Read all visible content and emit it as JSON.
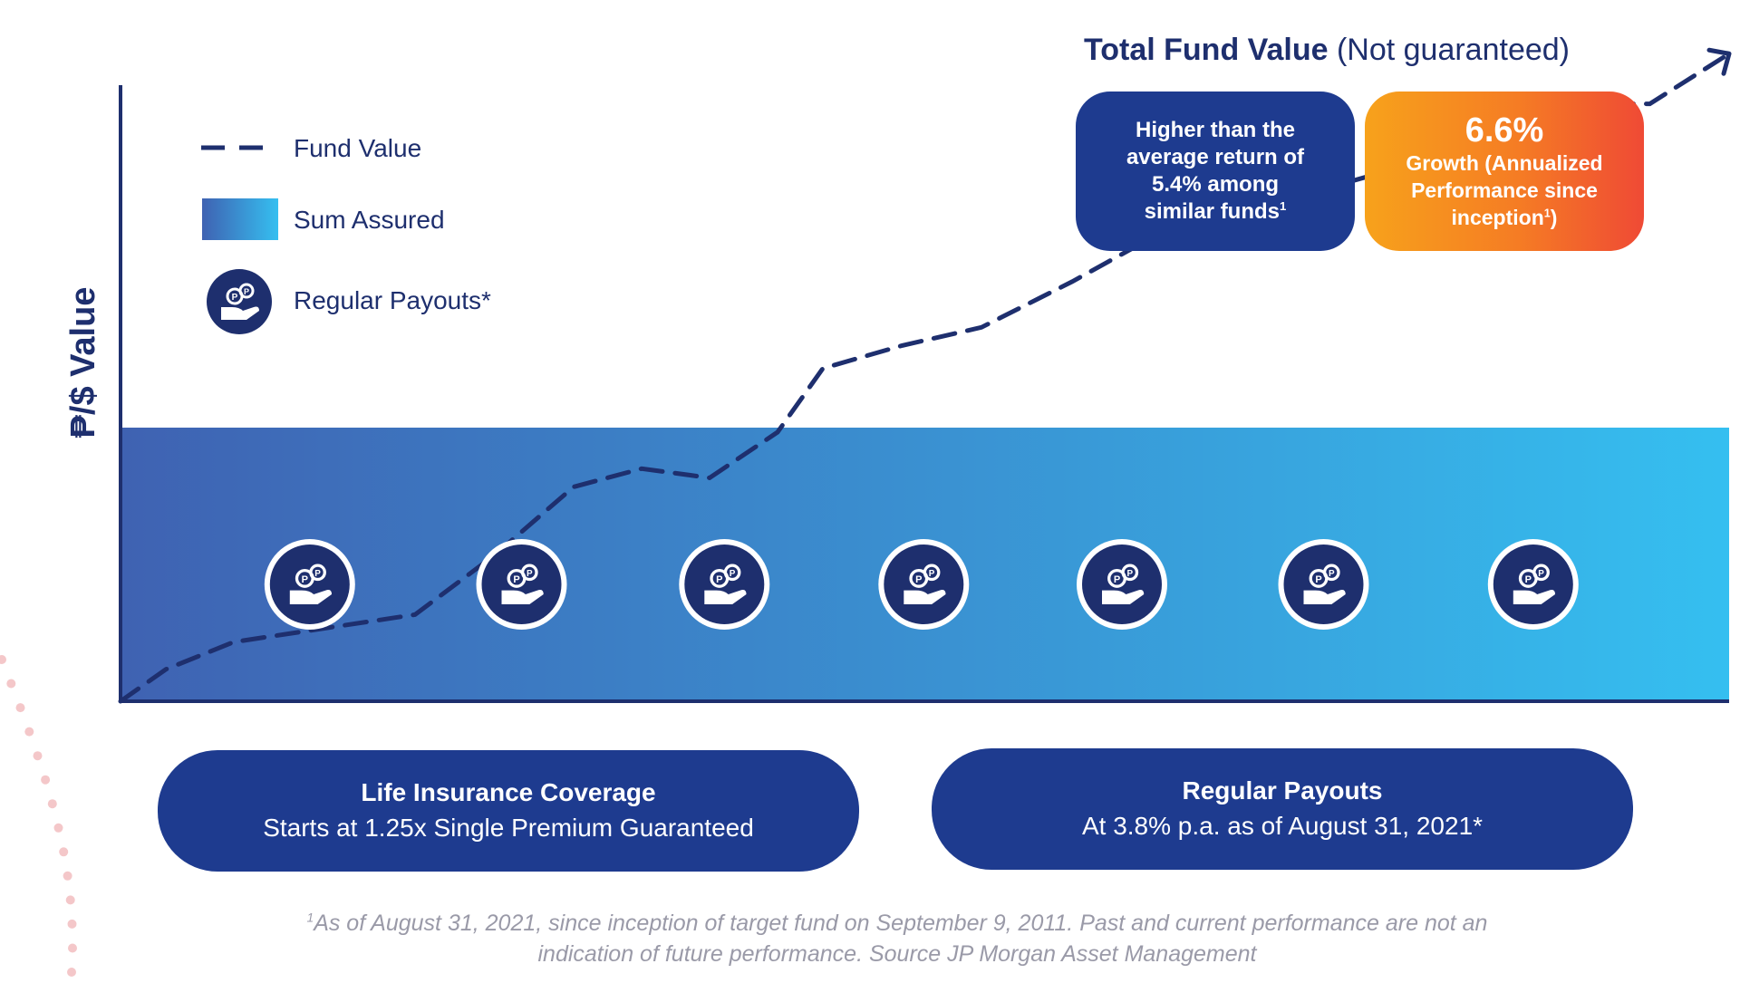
{
  "chart_data": {
    "type": "area",
    "ylabel": "₱/$ Value",
    "legend": {
      "placement": "top-left",
      "items": [
        {
          "label": "Fund Value",
          "style": "dashed-line"
        },
        {
          "label": "Sum Assured",
          "style": "gradient-fill"
        },
        {
          "label": "Regular Payouts*",
          "style": "payout-icon"
        }
      ]
    },
    "sum_assured": {
      "level": 0.6
    },
    "fund_value_series": [
      [
        0,
        0
      ],
      [
        0.04,
        0.07
      ],
      [
        0.1,
        0.13
      ],
      [
        0.18,
        0.16
      ],
      [
        0.26,
        0.19
      ],
      [
        0.33,
        0.32
      ],
      [
        0.4,
        0.47
      ],
      [
        0.46,
        0.51
      ],
      [
        0.52,
        0.49
      ],
      [
        0.58,
        0.59
      ],
      [
        0.62,
        0.73
      ],
      [
        0.69,
        0.78
      ],
      [
        0.76,
        0.82
      ],
      [
        0.84,
        0.92
      ],
      [
        0.92,
        1.03
      ],
      [
        1.0,
        1.08
      ],
      [
        1.1,
        1.15
      ],
      [
        1.2,
        1.25
      ],
      [
        1.28,
        1.31
      ],
      [
        1.35,
        1.31
      ],
      [
        1.42,
        1.42
      ]
    ],
    "payout_x": [
      0.167,
      0.354,
      0.533,
      0.709,
      0.884,
      1.062,
      1.247
    ],
    "colors": {
      "navy": "#1e3b8f",
      "dark_navy": "#1e2f6e",
      "gradient_start": "#3f62b2",
      "gradient_end": "#35bff0",
      "orange_start": "#f7a21b",
      "orange_end": "#ef4a35"
    },
    "icons": {
      "payout": "hand-coins-icon"
    }
  },
  "header": {
    "title_bold": "Total Fund Value",
    "title_regular": "(Not guaranteed)"
  },
  "stats": {
    "higher": {
      "line1": "Higher than the",
      "line2": "average return of",
      "line3": "5.4% among",
      "line4": "similar funds",
      "sup": "1"
    },
    "growth": {
      "value": "6.6%",
      "line1": "Growth (Annualized",
      "line2": "Performance since",
      "line3": "inception",
      "sup": "1",
      "close": ")"
    }
  },
  "pills": {
    "life": {
      "title": "Life Insurance Coverage",
      "subtitle": "Starts at 1.25x Single Premium Guaranteed"
    },
    "payout": {
      "title": "Regular Payouts",
      "subtitle": "At 3.8% p.a. as of August 31, 2021*"
    }
  },
  "footnote": {
    "sup": "1",
    "line1": "As of August 31, 2021, since inception of target fund on September 9, 2011. Past and current performance are not an",
    "line2": "indication of future performance. Source JP Morgan Asset Management"
  }
}
